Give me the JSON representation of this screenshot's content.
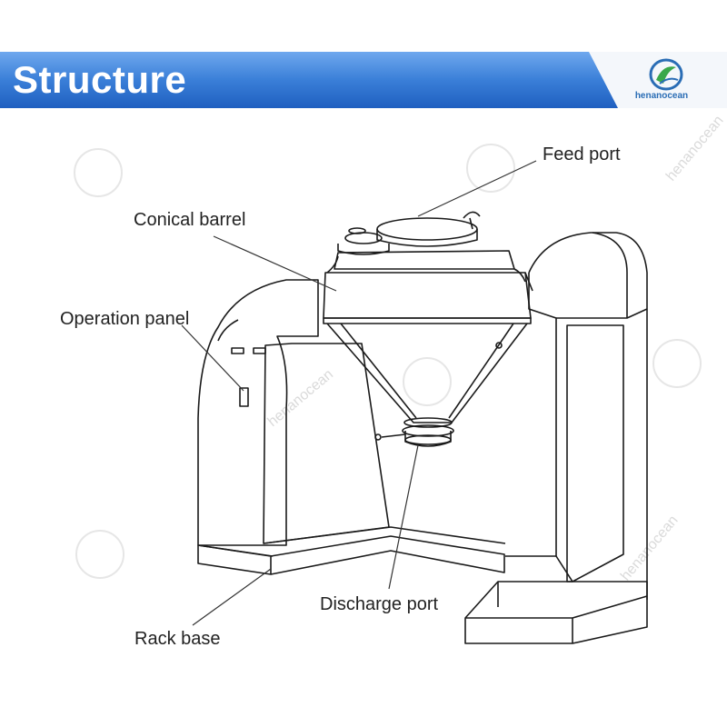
{
  "header": {
    "title": "Structure",
    "logo_text": "henanocean"
  },
  "labels": {
    "feed_port": "Feed port",
    "conical_barrel": "Conical barrel",
    "operation_panel": "Operation panel",
    "discharge_port": "Discharge port",
    "rack_base": "Rack base"
  },
  "watermark": {
    "text": "henanocean"
  },
  "colors": {
    "banner_dark": "#1f66c8",
    "banner_light": "#5a9be6",
    "line": "#1a1a1a",
    "watermark": "#dadada"
  }
}
